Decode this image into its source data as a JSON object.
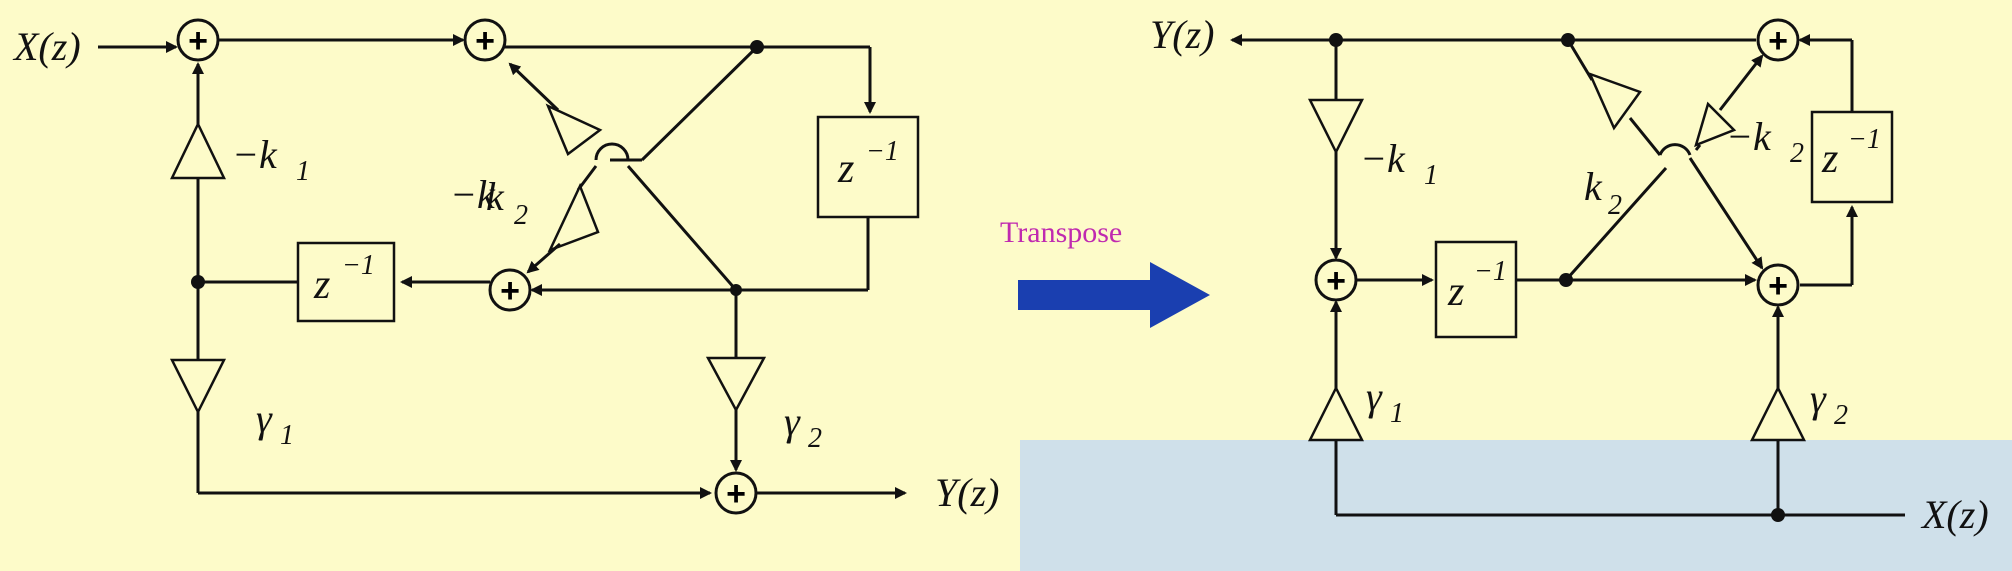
{
  "colors": {
    "panel_bg": "#fdfbc9",
    "page_bg": "#cfe0ea",
    "arrow_blue": "#1a3fb0",
    "transpose_text": "#c02ab0",
    "line": "#111111"
  },
  "left_diagram": {
    "input_label": "X(z)",
    "output_label": "Y(z)",
    "gain_neg_k1": "−k",
    "gain_neg_k1_sub": "1",
    "gain_k2": "k",
    "gain_k2_sub": "2",
    "gain_neg_k2": "−k",
    "gain_neg_k2_sub": "2",
    "gain_gamma1": "γ",
    "gain_gamma1_sub": "1",
    "gain_gamma2": "γ",
    "gain_gamma2_sub": "2",
    "delay1": "z",
    "delay1_exp": "−1",
    "delay2": "z",
    "delay2_exp": "−1",
    "adder_symbol": "+"
  },
  "transpose": {
    "label": "Transpose",
    "arrow_icon": "right-arrow-icon"
  },
  "right_diagram": {
    "output_label": "Y(z)",
    "input_label": "X(z)",
    "gain_neg_k1": "−k",
    "gain_neg_k1_sub": "1",
    "gain_k2": "k",
    "gain_k2_sub": "2",
    "gain_neg_k2": "−k",
    "gain_neg_k2_sub": "2",
    "gain_gamma1": "γ",
    "gain_gamma1_sub": "1",
    "gain_gamma2": "γ",
    "gain_gamma2_sub": "2",
    "delay1": "z",
    "delay1_exp": "−1",
    "delay2": "z",
    "delay2_exp": "−1",
    "adder_symbol": "+"
  }
}
